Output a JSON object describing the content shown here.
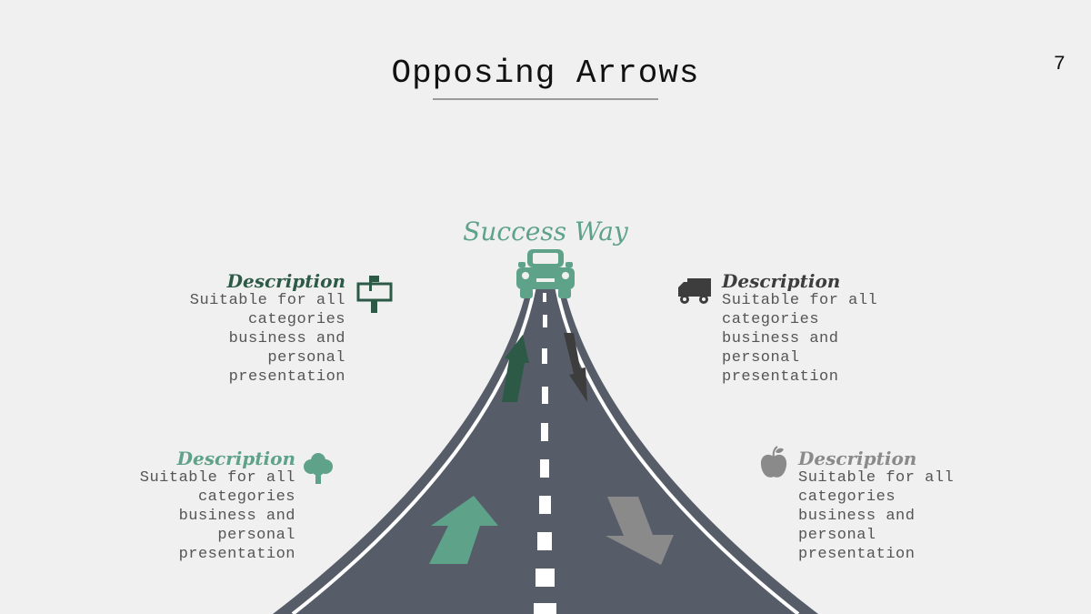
{
  "slide": {
    "title": "Opposing Arrows",
    "page_number": "7"
  },
  "center": {
    "label": "Success Way",
    "icon": "car-icon"
  },
  "descriptions": [
    {
      "position": "top-left",
      "heading": "Description",
      "text": "Suitable for all categories business and personal presentation",
      "icon": "mailbox-icon",
      "color": "#2d5a46"
    },
    {
      "position": "top-right",
      "heading": "Description",
      "text": "Suitable for all categories business and personal presentation",
      "icon": "truck-icon",
      "color": "#3d3d3d"
    },
    {
      "position": "bottom-left",
      "heading": "Description",
      "text": "Suitable for all categories business and personal presentation",
      "icon": "tree-icon",
      "color": "#5fa28a"
    },
    {
      "position": "bottom-right",
      "heading": "Description",
      "text": "Suitable for all categories business and personal presentation",
      "icon": "apple-icon",
      "color": "#8a8a8a"
    }
  ],
  "colors": {
    "road": "#565d68",
    "background": "#f0f0f0",
    "accent_green": "#5fa28a",
    "dark_green": "#2d5a46",
    "dark_gray": "#3d3d3d",
    "light_gray": "#8a8a8a"
  }
}
